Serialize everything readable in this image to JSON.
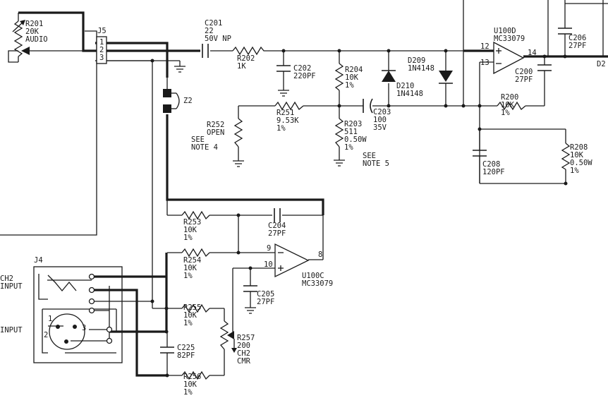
{
  "labels": {
    "r201": [
      "R201",
      "20K",
      "AUDIO"
    ],
    "j5": [
      "J5"
    ],
    "j5_pins": [
      "1",
      "2",
      "3"
    ],
    "c201": [
      "C201",
      "22",
      "50V NP"
    ],
    "r202": [
      "R202",
      "1K"
    ],
    "c202": [
      "C202",
      "220PF"
    ],
    "r204": [
      "R204",
      "10K",
      "1%"
    ],
    "d209": [
      "D209",
      "1N4148"
    ],
    "d210": [
      "D210",
      "1N4148"
    ],
    "u100d": [
      "U100D",
      "MC33079"
    ],
    "u100d_pins": [
      "12",
      "13",
      "14"
    ],
    "c206": [
      "C206",
      "27PF"
    ],
    "c200": [
      "C200",
      "27PF"
    ],
    "z2": [
      "Z2"
    ],
    "r252": [
      "R252",
      "OPEN"
    ],
    "note4": [
      "SEE",
      "NOTE 4"
    ],
    "r251": [
      "R251",
      "9.53K",
      "1%"
    ],
    "c203": [
      "C203",
      "100",
      "35V"
    ],
    "r203": [
      "R203",
      "511",
      "0.50W",
      "1%"
    ],
    "note5": [
      "SEE",
      "NOTE 5"
    ],
    "r200": [
      "R200",
      "10K",
      "1%"
    ],
    "c208": [
      "C208",
      "120PF"
    ],
    "r208": [
      "R208",
      "10K",
      "0.50W",
      "1%"
    ],
    "edge_right": [
      "D2"
    ],
    "r253": [
      "R253",
      "10K",
      "1%"
    ],
    "c204": [
      "C204",
      "27PF"
    ],
    "r254": [
      "R254",
      "10K",
      "1%"
    ],
    "u100c": [
      "U100C",
      "MC33079"
    ],
    "u100c_pins": [
      "9",
      "10",
      "8"
    ],
    "c205": [
      "C205",
      "27PF"
    ],
    "j4": [
      "J4"
    ],
    "ch2input": [
      "CH2",
      "INPUT"
    ],
    "input": [
      "INPUT"
    ],
    "xlr_pins": [
      "1",
      "2",
      "3"
    ],
    "r255": [
      "R255",
      "10K",
      "1%"
    ],
    "r257": [
      "R257",
      "200",
      "CH2",
      "CMR"
    ],
    "c225": [
      "C225",
      "82PF"
    ],
    "r256": [
      "R256",
      "10K",
      "1%"
    ]
  }
}
